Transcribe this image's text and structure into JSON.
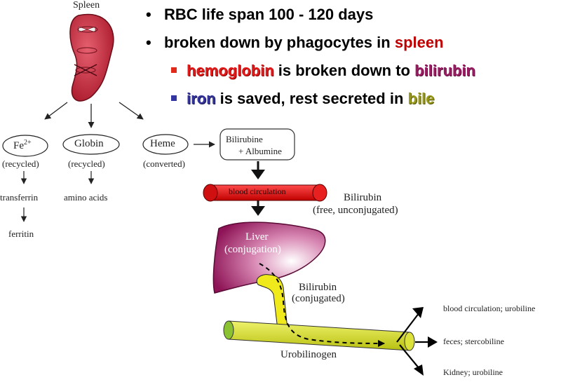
{
  "bullets": {
    "item1": "RBC life span 100 - 120 days",
    "item2_prefix": "broken down by phagocytes in ",
    "item2_highlight": "spleen",
    "sub1_a": "hemoglobin",
    "sub1_b": " is broken down to ",
    "sub1_c": "bilirubin",
    "sub2_a": "iron",
    "sub2_b": " is saved, rest secreted in ",
    "sub2_c": "bile"
  },
  "diagram": {
    "spleen": "Spleen",
    "fe_base": "Fe",
    "fe_sup": "2+",
    "recycled_1": "(recycled)",
    "transferrin": "transferrin",
    "ferritin": "ferritin",
    "globin": "Globin",
    "recycled_2": "(recycled)",
    "amino_acids": "amino acids",
    "heme": "Heme",
    "converted": "(converted)",
    "bili_albumine_1": "Bilirubine",
    "bili_albumine_2": "+ Albumine",
    "blood_circulation": "blood circulation",
    "bilirubin_free_1": "Bilirubin",
    "bilirubin_free_2": "(free, unconjugated)",
    "liver_1": "Liver",
    "liver_2": "(conjugation)",
    "bilirubin_conj_1": "Bilirubin",
    "bilirubin_conj_2": "(conjugated)",
    "urobilinogen": "Urobilinogen",
    "out_blood": "blood circulation; urobiline",
    "out_feces": "feces; stercobiline",
    "out_kidney": "Kidney; urobiline"
  },
  "colors": {
    "spleen": "#c8283a",
    "blood_vessel": "#e8141e",
    "liver": "#a0205f",
    "bile_duct": "#f0ea1c",
    "intestine": "#d8e020",
    "bullet_red": "#e22a1a",
    "bullet_blue": "#3535a0"
  }
}
